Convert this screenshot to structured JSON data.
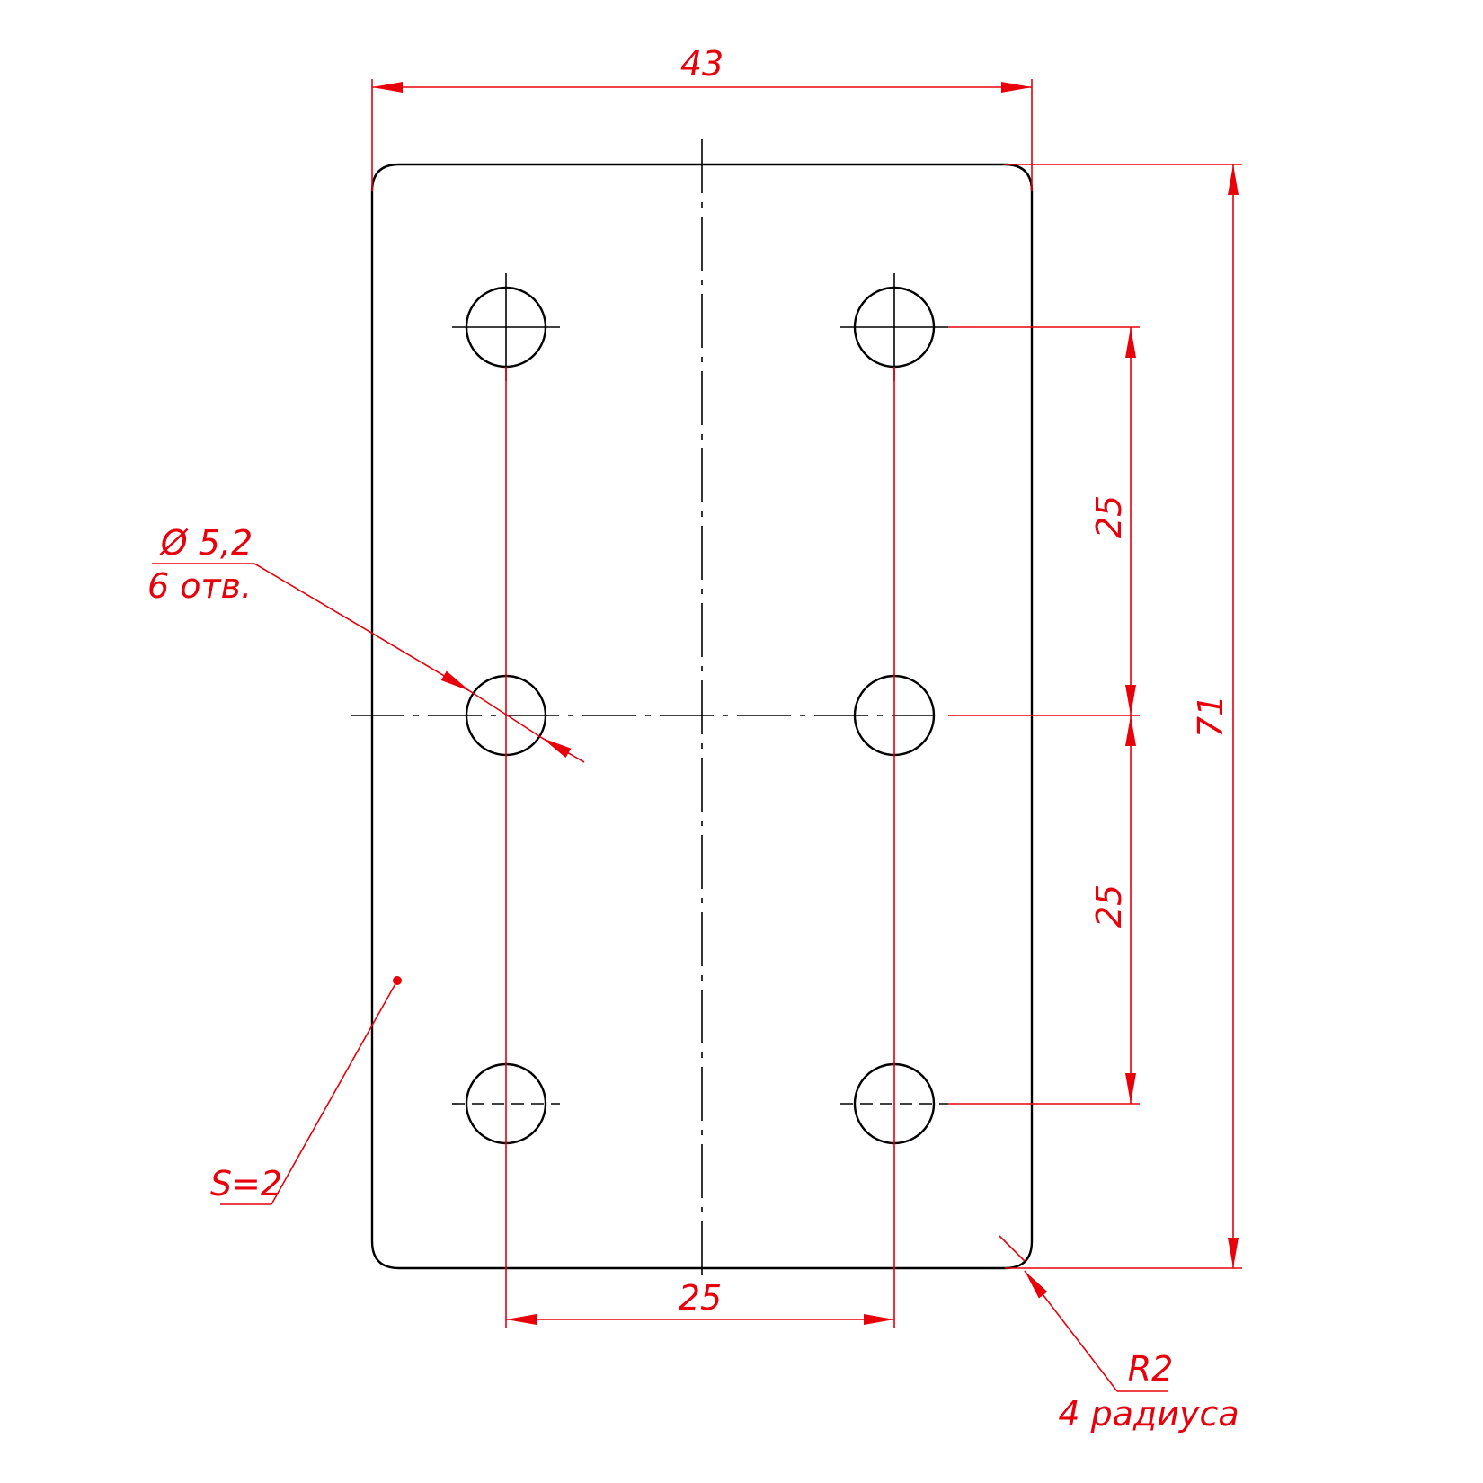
{
  "colors": {
    "outline": "#000000",
    "dimension": "#e8000b",
    "background": "#ffffff"
  },
  "dimensions": {
    "overall_width": "43",
    "overall_height": "71",
    "hole_spacing_upper": "25",
    "hole_spacing_lower": "25",
    "hole_spacing_horizontal": "25"
  },
  "hole_callout": {
    "diameter": "Ø 5,2",
    "count": "6 отв."
  },
  "thickness_callout": "S=2",
  "radius_callout": {
    "radius": "R2",
    "count": "4 радиуса"
  }
}
